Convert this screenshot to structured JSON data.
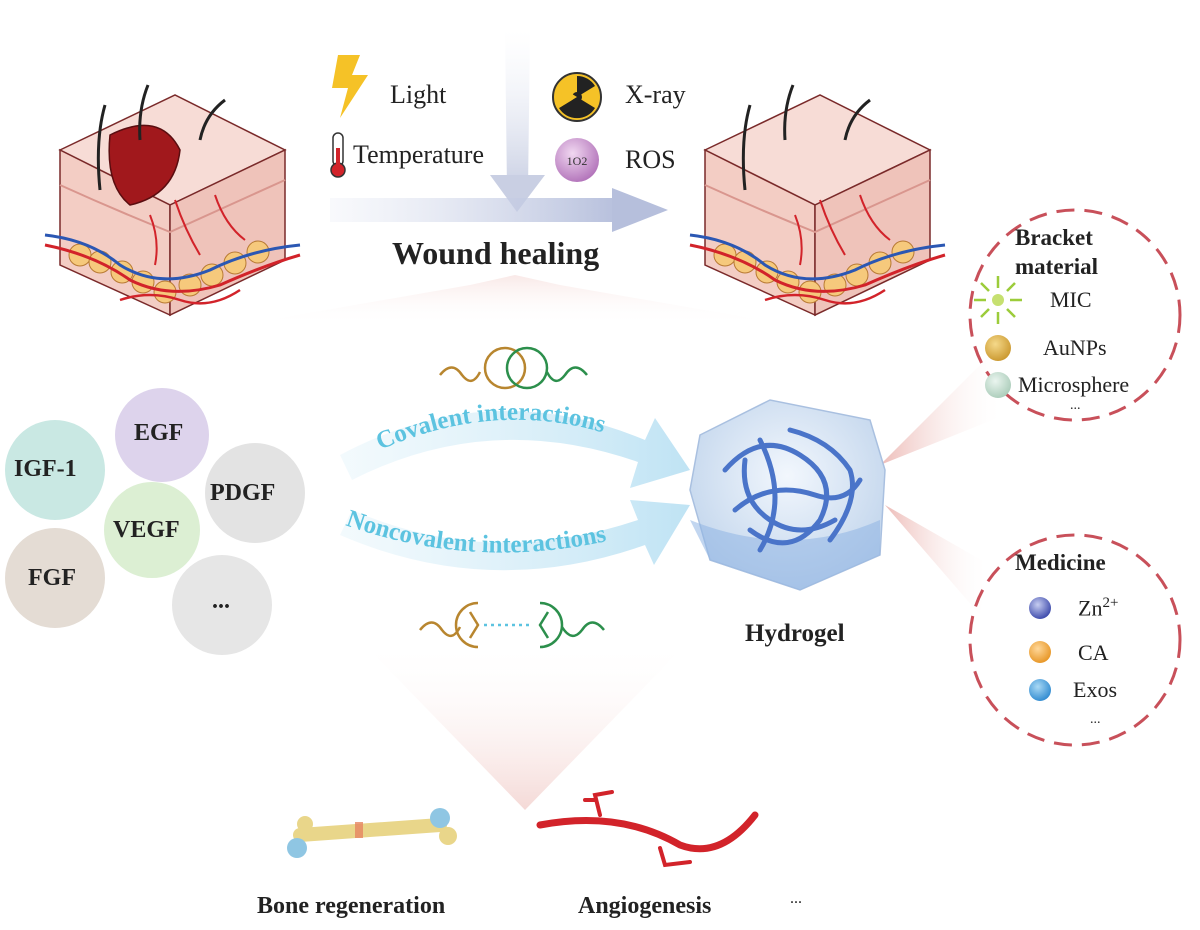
{
  "stimuli": {
    "light": "Light",
    "temperature": "Temperature",
    "xray": "X-ray",
    "ros": "ROS",
    "singlet_oxygen_icon": "1O2"
  },
  "center_title": "Wound healing",
  "growth_factors": [
    "EGF",
    "IGF-1",
    "PDGF",
    "VEGF",
    "FGF",
    "..."
  ],
  "interactions": {
    "covalent": "Covalent interactions",
    "noncovalent": "Noncovalent interactions"
  },
  "hydrogel": "Hydrogel",
  "bracket": {
    "title_line1": "Bracket",
    "title_line2": "material",
    "items": [
      "MIC",
      "AuNPs",
      "Microsphere"
    ],
    "ellipsis": "..."
  },
  "medicine": {
    "title": "Medicine",
    "zn": "Zn",
    "zn_charge": "2+",
    "items": [
      "CA",
      "Exos"
    ],
    "ellipsis": "..."
  },
  "outcomes": {
    "bone": "Bone regeneration",
    "angio": "Angiogenesis",
    "ellipsis": "..."
  },
  "colors": {
    "wound": "#a1181c",
    "vessel_red": "#d2232a",
    "vessel_blue": "#2b57b3",
    "arc_text": "#5cc3e0",
    "dashed_circle": "#c8505a",
    "hydrogel_fiber": "#4a74c9"
  }
}
